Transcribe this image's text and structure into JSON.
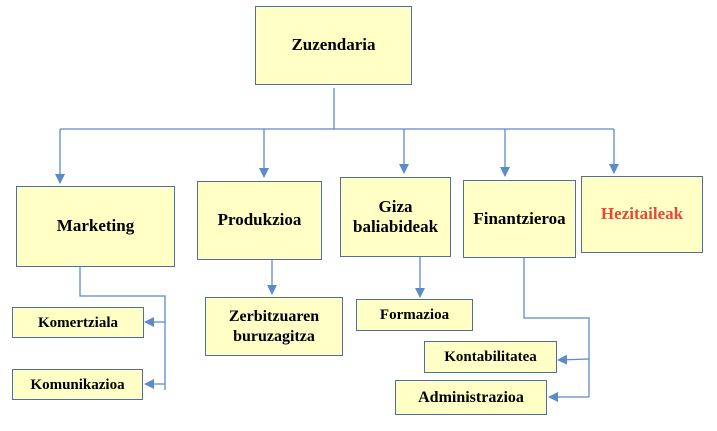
{
  "colors": {
    "box_fill": "#ffffc6",
    "box_border": "#4a6fa0",
    "connector": "#5b8bc8",
    "text": "#000000",
    "highlight_text": "#e8473a"
  },
  "nodes": {
    "zuzendaria": "Zuzendaria",
    "marketing": "Marketing",
    "produkzioa": "Produkzioa",
    "giza_baliabideak": "Giza baliabideak",
    "finantzieroa": "Finantzieroa",
    "hezitaileak": "Hezitaileak",
    "komertziala": "Komertziala",
    "komunikazioa": "Komunikazioa",
    "zerbitzuaren_buruzagitza": "Zerbitzuaren buruzagitza",
    "formazioa": "Formazioa",
    "kontabilitatea": "Kontabilitatea",
    "administrazioa": "Administrazioa"
  }
}
